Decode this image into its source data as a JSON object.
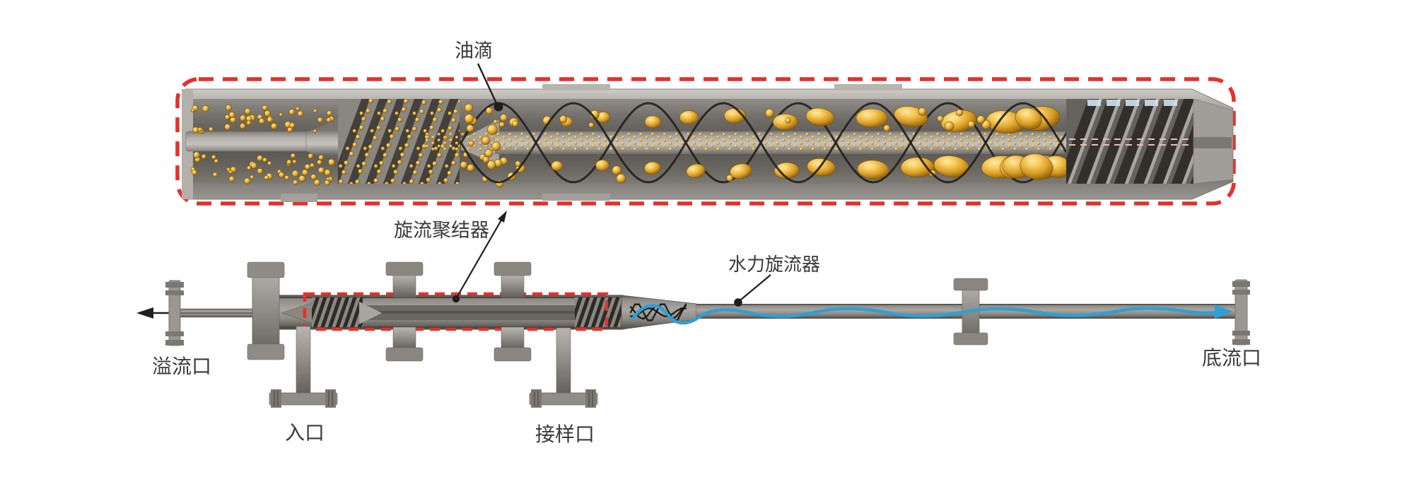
{
  "labels": {
    "oil_droplet": "油滴",
    "swirl_coalescer": "旋流聚结器",
    "hydrocyclone": "水力旋流器",
    "overflow_port": "溢流口",
    "inlet": "入口",
    "sampling_port": "接样口",
    "underflow_port": "底流口"
  },
  "colors": {
    "annotation_red": "#e5302c",
    "flow_blue": "#2f9fd4",
    "droplet_gold": "#d9a12d",
    "leader_black": "#1f1f1f",
    "label_text": "#3a3a3a",
    "metal_light": "#b5b2ad",
    "metal_mid": "#8f8c87",
    "metal_dark": "#55524d"
  }
}
